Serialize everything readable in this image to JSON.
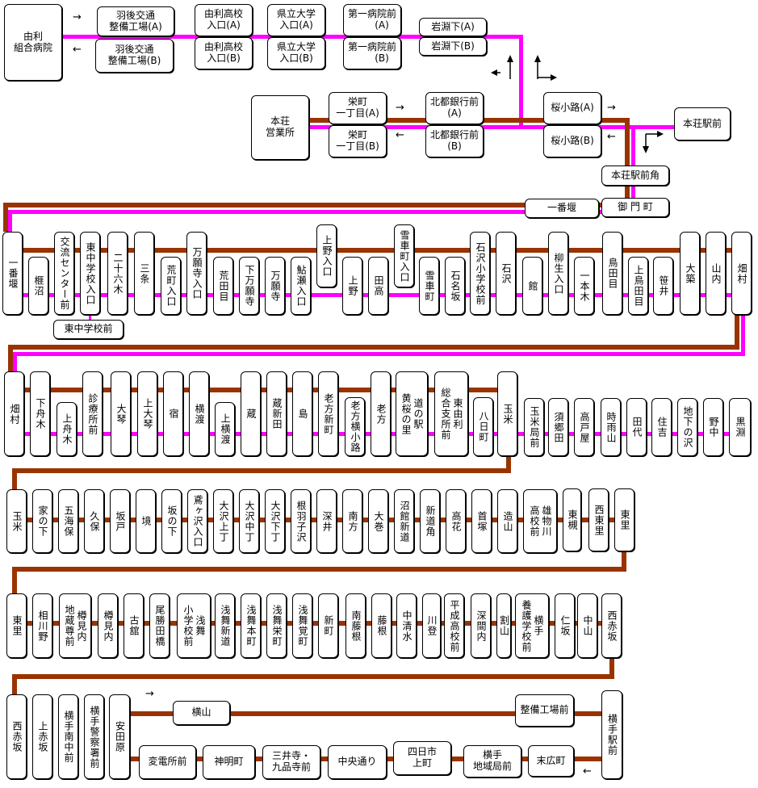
{
  "colors": {
    "line_brown": "#993300",
    "line_magenta": "#ff00ff",
    "box_border": "#000000",
    "box_fill": "#ffffff"
  },
  "arrows": {
    "right": "→",
    "left": "←"
  },
  "turn_arrow_icons": [
    "up-left-turn-arrow",
    "up-right-turn-arrow",
    "down-right-turn-arrow"
  ],
  "stops": {
    "top": [
      "由利\n組合病院",
      "羽後交通\n整備工場(A)",
      "羽後交通\n整備工場(B)",
      "由利高校\n入口(A)",
      "由利高校\n入口(B)",
      "県立大学\n入口(A)",
      "県立大学\n入口(B)",
      "第一病院前\n　　(A)",
      "第一病院前\n　　(B)",
      "岩淵下(A)",
      "岩淵下(B)",
      "本荘\n営業所",
      "栄町\n一丁目(A)",
      "栄町\n一丁目(B)",
      "北都銀行前\n(A)",
      "北都銀行前\n(B)",
      "桜小路(A)",
      "桜小路(B)",
      "本荘駅前",
      "本荘駅前角",
      "一番堰",
      "御 門 町",
      "東中学校前"
    ],
    "row2": [
      "一番堰",
      "榧沼",
      "交流センター前",
      "東中学校入口",
      "二十六木",
      "三条",
      "荒町入口",
      "万願寺入口",
      "荒田目",
      "下万願寺",
      "万願寺",
      "鮎瀬入口",
      "上野入口",
      "上野",
      "田高",
      "雪車町入口",
      "雪車町",
      "石名坂",
      "石沢小学校前",
      "石沢",
      "館",
      "柳生入口",
      "一本木",
      "鳥田目",
      "上鳥田目",
      "笹井",
      "大築",
      "山内",
      "畑村"
    ],
    "row3": [
      "畑村",
      "下舟木",
      "上舟木",
      "診療所前",
      "大琴",
      "上大琴",
      "宿",
      "横渡",
      "上横渡",
      "蔵",
      "蔵新田",
      "島",
      "老方新町",
      "老方横小路",
      "老方",
      "道の駅\n黄桜の里",
      "東由利\n総合支所前",
      "八日町",
      "玉米",
      "玉米局前",
      "須郷田",
      "高戸屋",
      "時雨山",
      "田代",
      "住吉",
      "地下の沢",
      "野中",
      "黒淵"
    ],
    "row4": [
      "玉米",
      "家の下",
      "五海保",
      "久保",
      "坂戸",
      "境",
      "坂の下",
      "鳶ヶ沢入口",
      "大沢上丁",
      "大沢中丁",
      "大沢下丁",
      "根羽子沢",
      "深井",
      "南方",
      "大巻",
      "沼館新道",
      "新道角",
      "高花",
      "首塚",
      "造山",
      "雄物川\n高校前",
      "東槻",
      "西東里",
      "東里"
    ],
    "row5": [
      "東里",
      "相川野",
      "樽見内\n地蔵尊前",
      "樽見内",
      "古舘",
      "尾勝田橋",
      "浅舞\n小学校前",
      "浅舞新道",
      "浅舞本町",
      "浅舞栄町",
      "浅舞覚町",
      "新町",
      "南藤根",
      "藤根",
      "中清水",
      "川登",
      "平成高校前",
      "深間内",
      "割山",
      "横手\n養護学校前",
      "仁坂",
      "中山",
      "西赤坂"
    ],
    "row6": [
      "西赤坂",
      "上赤坂",
      "横手南中前",
      "横手警察署前",
      "安田原",
      "横山",
      "整備工場前",
      "横手駅前",
      "変電所前",
      "神明町",
      "三井寺・\n九品寺前",
      "中央通り",
      "四日市\n上町",
      "横手\n地域局前",
      "末広町"
    ]
  }
}
